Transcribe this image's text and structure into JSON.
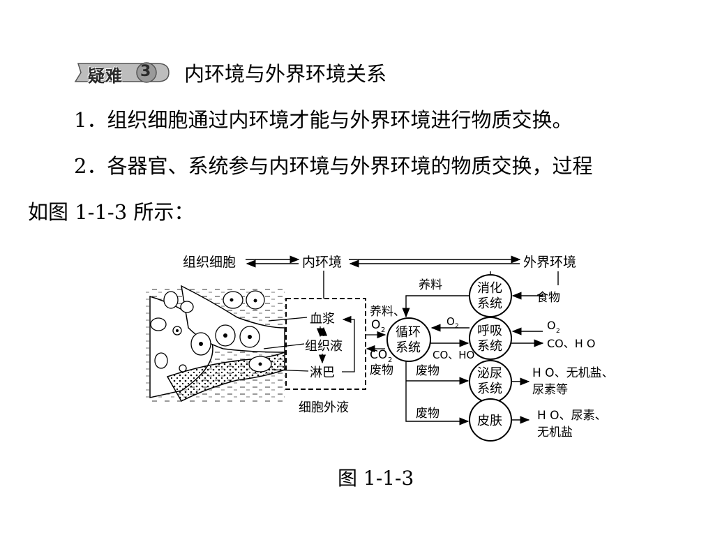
{
  "heading": {
    "badge": "疑难",
    "badge_num": "3",
    "title": "内环境与外界环境关系"
  },
  "paragraphs": [
    "1．组织细胞通过内环境才能与外界环境进行物质交换。",
    "2．各器官、系统参与内环境与外界环境的物质交换，过程",
    "如图 1-1-3 所示："
  ],
  "diagram": {
    "top_row": {
      "cells": "组织细胞",
      "internal": "内环境",
      "external": "外界环境"
    },
    "fluids": {
      "plasma": "血浆",
      "tissue_fluid": "组织液",
      "lymph": "淋巴",
      "group_label": "细胞外液"
    },
    "left_labels": {
      "nutrients": "养料、",
      "o2": "O",
      "co2": "CO",
      "waste": "废物"
    },
    "systems": {
      "circulatory": [
        "循环",
        "系统"
      ],
      "digestive": [
        "消化",
        "系统"
      ],
      "respiratory": [
        "呼吸",
        "系统"
      ],
      "urinary": [
        "泌尿",
        "系统"
      ],
      "skin": [
        "皮肤"
      ]
    },
    "arrows": {
      "nutrients": "养料",
      "o2": "O",
      "co2_h2o": "CO、HO",
      "waste1": "废物",
      "waste2": "废物"
    },
    "outputs": {
      "food": "食物",
      "o2_in": "O",
      "co2_h2o_out": "CO、H O",
      "urine_1": "H O、无机盐、",
      "urine_2": "尿素等",
      "skin_1": "H O、尿素、",
      "skin_2": "无机盐"
    },
    "subscript": "2"
  },
  "caption": "图 1-1-3"
}
